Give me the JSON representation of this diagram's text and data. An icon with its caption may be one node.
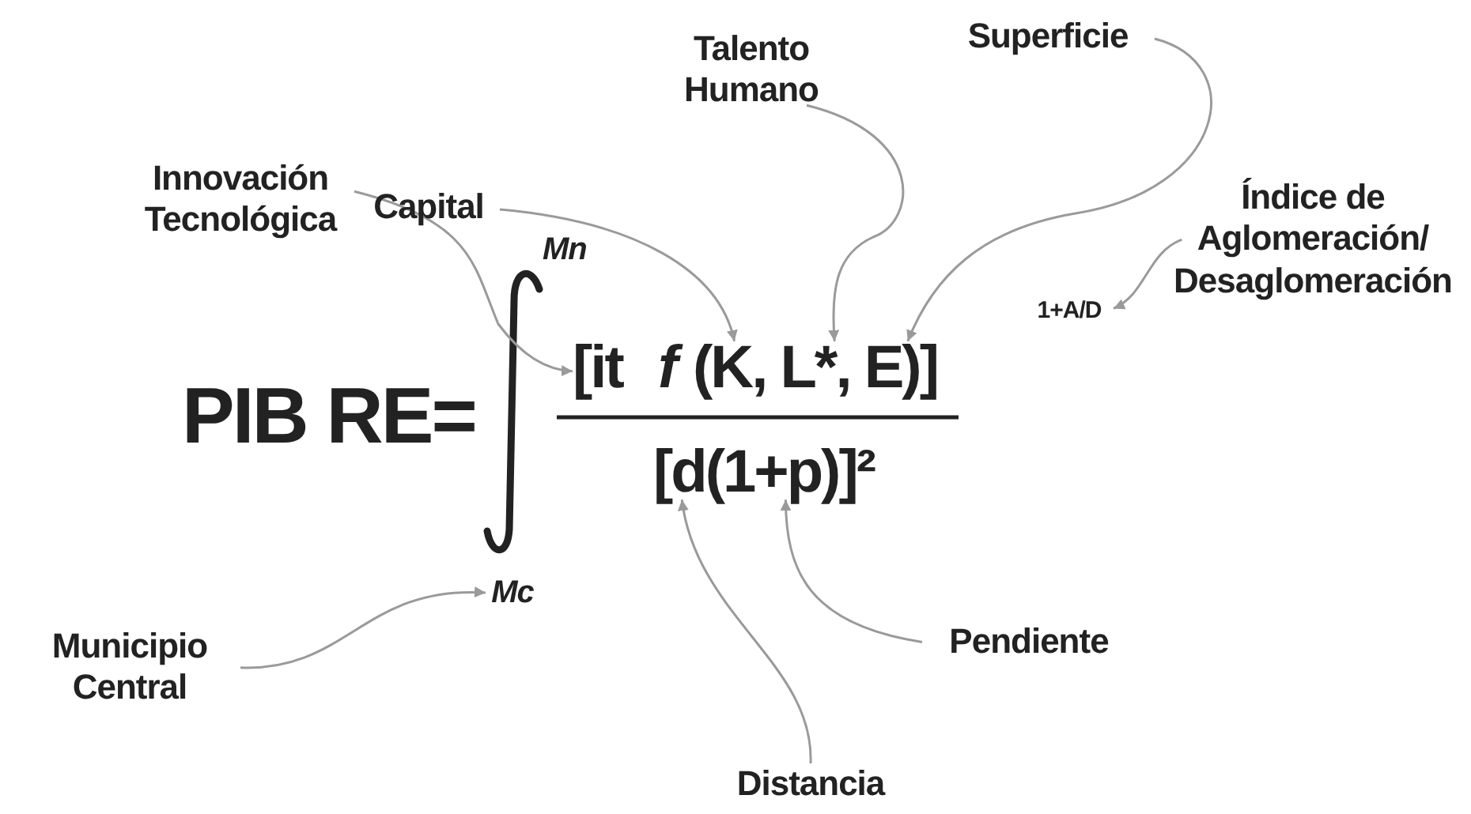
{
  "diagram": {
    "nodes": [
      {
        "text": [
          "Capital"
        ]
      },
      {
        "text": [
          "Talento Humano"
        ]
      },
      {
        "text": [
          "Superficie"
        ]
      },
      {
        "text": [
          "Innovación Tecnológica"
        ]
      },
      {
        "text": [
          "Índice de Aglomeración/ Desaglomeración"
        ]
      },
      {
        "text": [
          "1+A/D"
        ]
      },
      {
        "text": [
          "Mc"
        ]
      },
      {
        "text": [
          "Municipio Central"
        ]
      },
      {
        "text": [
          "Pendiente"
        ]
      },
      {
        "text": [
          "Distancia"
        ]
      },
      {
        "text": [
          "[it"
        ]
      },
      {
        "text": [
          "(K, L*, E)]"
        ]
      },
      {
        "text": [
          "[d(1+p)]²"
        ]
      }
    ],
    "edges": [
      {
        "from": 0,
        "to": 11,
        "arrow": "to"
      },
      {
        "from": 1,
        "to": 11,
        "arrow": "to"
      },
      {
        "from": 2,
        "to": 11,
        "arrow": "to"
      },
      {
        "from": 3,
        "to": 10,
        "arrow": "to"
      },
      {
        "from": 4,
        "to": 5,
        "arrow": "to"
      },
      {
        "from": 7,
        "to": 6,
        "arrow": "to"
      },
      {
        "from": 8,
        "to": 12,
        "arrow": "to"
      },
      {
        "from": 9,
        "to": 12,
        "arrow": "to"
      }
    ],
    "labels": [
      "PIB RE=",
      "Mn",
      "f"
    ]
  }
}
